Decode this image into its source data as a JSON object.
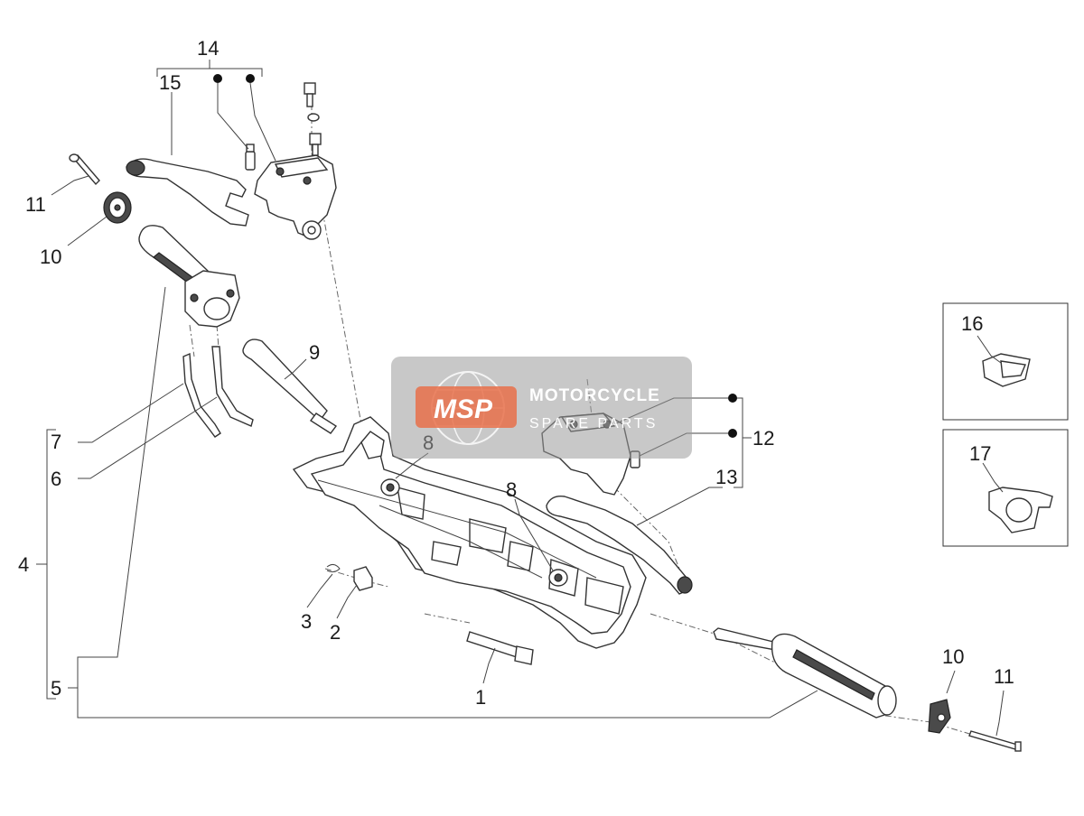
{
  "callouts": [
    {
      "id": "c1",
      "text": "1"
    },
    {
      "id": "c2",
      "text": "2"
    },
    {
      "id": "c3",
      "text": "3"
    },
    {
      "id": "c4",
      "text": "4"
    },
    {
      "id": "c5",
      "text": "5"
    },
    {
      "id": "c6",
      "text": "6"
    },
    {
      "id": "c7",
      "text": "7"
    },
    {
      "id": "c8a",
      "text": "8"
    },
    {
      "id": "c8b",
      "text": "8"
    },
    {
      "id": "c9",
      "text": "9"
    },
    {
      "id": "c10a",
      "text": "10"
    },
    {
      "id": "c10b",
      "text": "10"
    },
    {
      "id": "c11a",
      "text": "11"
    },
    {
      "id": "c11b",
      "text": "11"
    },
    {
      "id": "c12",
      "text": "12"
    },
    {
      "id": "c13",
      "text": "13"
    },
    {
      "id": "c14",
      "text": "14"
    },
    {
      "id": "c15",
      "text": "15"
    },
    {
      "id": "c16",
      "text": "16"
    },
    {
      "id": "c17",
      "text": "17"
    }
  ],
  "watermark": {
    "logo": "MSP",
    "title": "MOTORCYCLE",
    "subtitle": "SPARE PARTS",
    "colors": {
      "overlay": "#9a9a9a",
      "logo_accent": "#e8704a"
    }
  }
}
